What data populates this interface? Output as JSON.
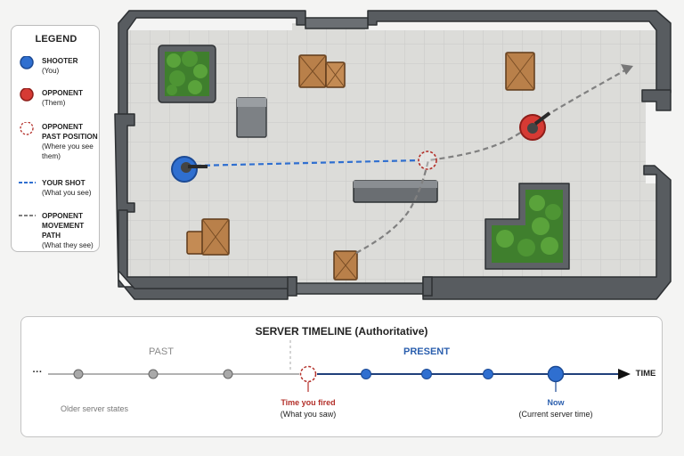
{
  "legend": {
    "title": "LEGEND",
    "items": [
      {
        "name": "SHOOTER",
        "sub": "(You)",
        "symbol": "shooter-dot"
      },
      {
        "name": "OPPONENT",
        "sub": "(Them)",
        "symbol": "opponent-dot"
      },
      {
        "name": "OPPONENT PAST POSITION",
        "sub": "(Where you see them)",
        "symbol": "past-position-ring"
      },
      {
        "name": "YOUR SHOT",
        "sub": "(What you see)",
        "symbol": "blue-dashed-line"
      },
      {
        "name": "OPPONENT MOVEMENT PATH",
        "sub": "(What they see)",
        "symbol": "gray-dashed-line"
      }
    ]
  },
  "timeline": {
    "title": "SERVER TIMELINE (Authoritative)",
    "past_label": "PAST",
    "present_label": "PRESENT",
    "ellipsis": "···",
    "axis_label": "TIME",
    "older_label": "Older server states",
    "fired_label": "Time you fired",
    "fired_sub": "(What you saw)",
    "now_label": "Now",
    "now_sub": "(Current server time)"
  },
  "colors": {
    "shooter": "#2f6fd0",
    "opponent": "#d63a34",
    "past_ring": "#b3302a",
    "shot_line": "#2f6fd0",
    "path_line": "#808080",
    "present_text": "#2b5fae",
    "past_text": "#8a8a8a",
    "fired_text": "#b3302a",
    "now_text": "#2b5fae"
  }
}
